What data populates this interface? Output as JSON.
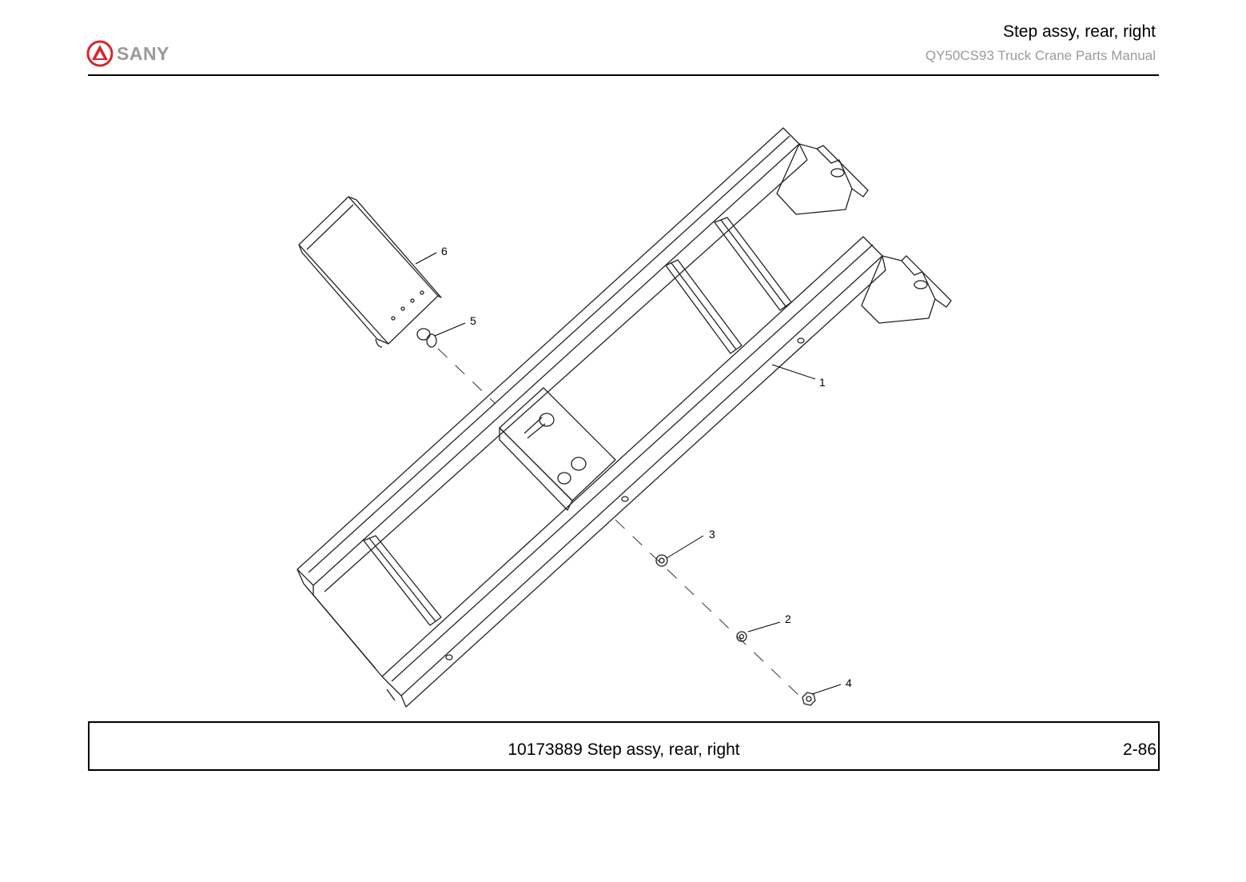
{
  "header": {
    "brand": "SANY",
    "title": "Step assy, rear, right",
    "subtitle": "QY50CS93 Truck Crane  Parts Manual"
  },
  "figure": {
    "callouts": [
      "1",
      "2",
      "3",
      "4",
      "5",
      "6"
    ]
  },
  "footer": {
    "caption": "10173889 Step assy, rear, right",
    "page": "2-86"
  },
  "colors": {
    "brand_red": "#d7262c",
    "brand_gray": "#9a9a9a",
    "line": "#222222"
  }
}
